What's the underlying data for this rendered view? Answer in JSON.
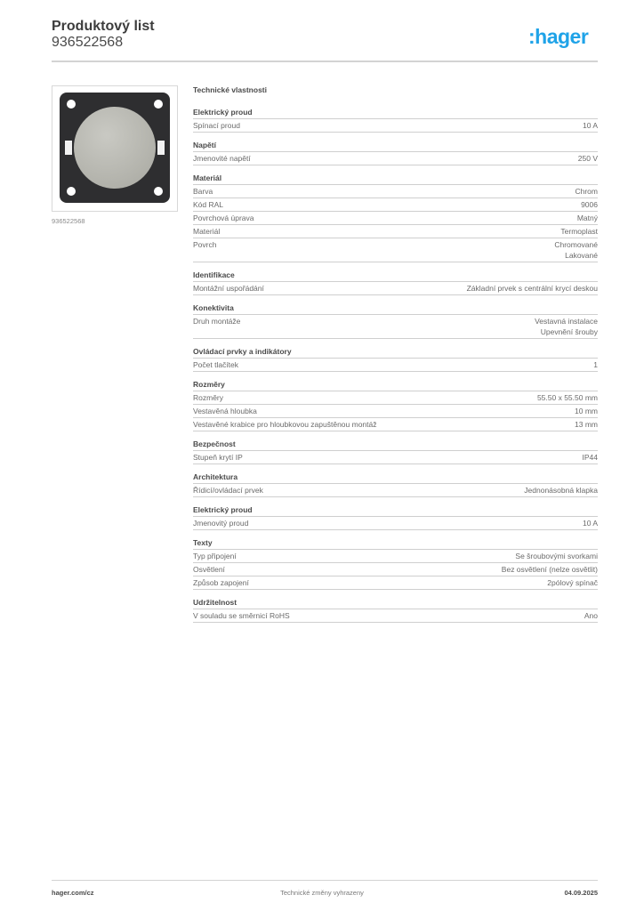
{
  "header": {
    "title": "Produktový list",
    "product_number": "936522568",
    "logo": ":hager",
    "brand_color": "#1fa3e8"
  },
  "image": {
    "caption": "936522568"
  },
  "specs": {
    "title": "Technické vlastnosti",
    "sections": [
      {
        "heading": "Elektrický proud",
        "rows": [
          {
            "label": "Spínací proud",
            "value": "10 A"
          }
        ]
      },
      {
        "heading": "Napětí",
        "rows": [
          {
            "label": "Jmenovité napětí",
            "value": "250 V"
          }
        ]
      },
      {
        "heading": "Materiál",
        "rows": [
          {
            "label": "Barva",
            "value": "Chrom"
          },
          {
            "label": "Kód RAL",
            "value": "9006"
          },
          {
            "label": "Povrchová úprava",
            "value": "Matný"
          },
          {
            "label": "Materiál",
            "value": "Termoplast"
          },
          {
            "label": "Povrch",
            "value": "Chromované\nLakované"
          }
        ]
      },
      {
        "heading": "Identifikace",
        "rows": [
          {
            "label": "Montážní uspořádání",
            "value": "Základní prvek s centrální krycí deskou"
          }
        ]
      },
      {
        "heading": "Konektivita",
        "rows": [
          {
            "label": "Druh montáže",
            "value": "Vestavná instalace\nUpevnění šrouby"
          }
        ]
      },
      {
        "heading": "Ovládací prvky a indikátory",
        "rows": [
          {
            "label": "Počet tlačítek",
            "value": "1"
          }
        ]
      },
      {
        "heading": "Rozměry",
        "rows": [
          {
            "label": "Rozměry",
            "value": "55.50 x 55.50 mm"
          },
          {
            "label": "Vestavěná hloubka",
            "value": "10 mm"
          },
          {
            "label": "Vestavěné krabice pro hloubkovou zapuštěnou montáž",
            "value": "13 mm"
          }
        ]
      },
      {
        "heading": "Bezpečnost",
        "rows": [
          {
            "label": "Stupeň krytí IP",
            "value": "IP44"
          }
        ]
      },
      {
        "heading": "Architektura",
        "rows": [
          {
            "label": "Řídicí/ovládací prvek",
            "value": "Jednonásobná klapka"
          }
        ]
      },
      {
        "heading": "Elektrický proud",
        "rows": [
          {
            "label": "Jmenovitý proud",
            "value": "10 A"
          }
        ]
      },
      {
        "heading": "Texty",
        "rows": [
          {
            "label": "Typ připojení",
            "value": "Se šroubovými svorkami"
          },
          {
            "label": "Osvětlení",
            "value": "Bez osvětlení (nelze osvětlit)"
          },
          {
            "label": "Způsob zapojení",
            "value": "2pólový spínač"
          }
        ]
      },
      {
        "heading": "Udržitelnost",
        "rows": [
          {
            "label": "V souladu se směrnicí RoHS",
            "value": "Ano"
          }
        ]
      }
    ]
  },
  "footer": {
    "website": "hager.com/cz",
    "notice": "Technické změny vyhrazeny",
    "date": "04.09.2025"
  }
}
